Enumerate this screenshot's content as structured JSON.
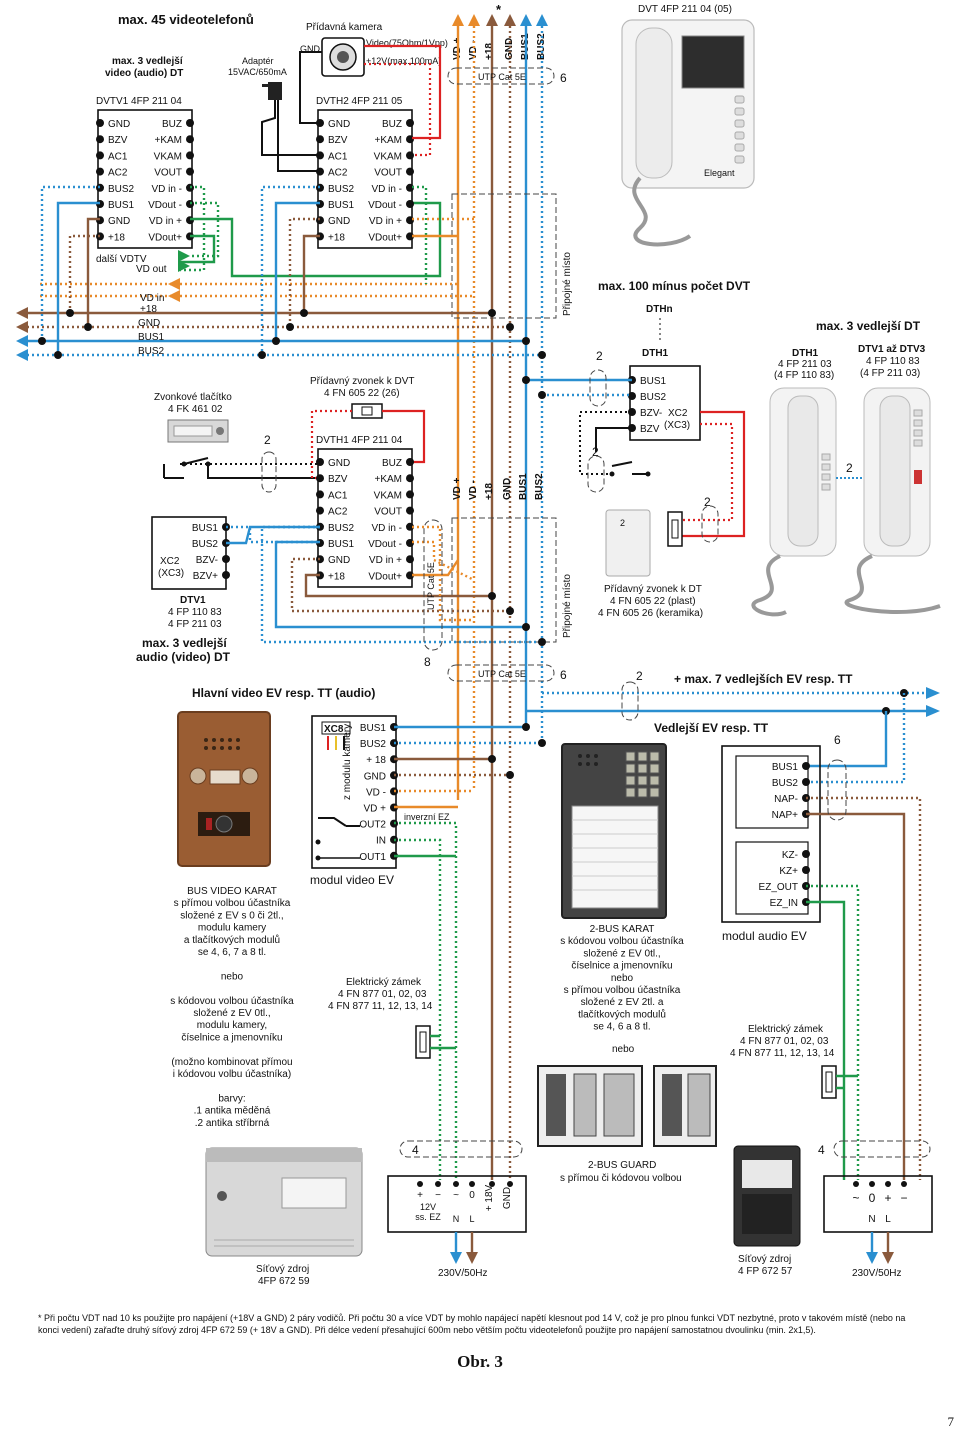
{
  "labels": {
    "max45": "max. 45 videotelefonů",
    "max3video_l1": "max. 3 vedlejší",
    "max3video_l2": "video (audio) DT",
    "adapter_l1": "Adaptér",
    "adapter_l2": "15VAC/650mA",
    "camera_title": "Přídavná kamera",
    "camera_video": "Video(75Ohm/1Vpp)",
    "camera_power": "+12V(max.100mA)",
    "gnd": "GND",
    "bus_top": [
      "VD +",
      "VD -",
      "+18",
      "GND",
      "BUS1",
      "BUS2"
    ],
    "star": "*",
    "utp_cat5": "UTP Cat 5E",
    "pripojne_misto": "Připojné místo",
    "count6": "6",
    "count2": "2",
    "count8": "8",
    "count4": "4",
    "dalsi_vdtv": "další VDTV",
    "vd_out": "VD out",
    "vd_in": "VD in",
    "plus18": "+18",
    "bus1": "BUS1",
    "bus2": "BUS2",
    "dvt_title": "DVT  4FP 211 04 (05)",
    "max100": "max. 100 mínus počet DVT",
    "dthn": "DTHn",
    "dth1": "DTH1",
    "dth1_terminals": [
      "BUS1",
      "BUS2",
      "BZV-",
      "BZV"
    ],
    "xc2": "XC2",
    "xc3": "(XC3)",
    "max3dt": "max. 3 vedlejší DT",
    "dth1_phone_l1": "DTH1",
    "dth1_phone_l2": "4 FP 211 03",
    "dth1_phone_l3": "(4 FP 110 83)",
    "dtv1_3_l1": "DTV1 až DTV3",
    "dtv1_3_l2": "4 FP 110 83",
    "dtv1_3_l3": "(4 FP 211 03)",
    "zvonkove_l1": "Zvonkové tlačítko",
    "zvonkove_l2": "4 FK 461 02",
    "pridavny_dvt_l1": "Přídavný zvonek k DVT",
    "pridavny_dvt_l2": "4 FN 605 22 (26)",
    "pridavny_dt_l1": "Přídavný zvonek k DT",
    "pridavny_dt_l2": "4 FN 605 22 (plast)",
    "pridavny_dt_l3": "4 FN 605 26 (keramika)",
    "dtv1_l1": "DTV1",
    "dtv1_l2": "4 FP 110 83",
    "dtv1_l3": "4 FP 211 03",
    "dtv1_terminals": [
      "BUS1",
      "BUS2",
      "BZV-",
      "BZV+"
    ],
    "max3audio_l1": "max. 3 vedlejší",
    "max3audio_l2": "audio (video) DT",
    "hlavni_ev": "Hlavní video EV resp. TT (audio)",
    "max7": "+ max. 7 vedlejších EV resp. TT",
    "vedlejsi_ev": "Vedlejší EV resp. TT",
    "xc8": "XC8",
    "z_modulu_kamery": "z modulu kamery",
    "modul_video_terminals": [
      "BUS1",
      "BUS2",
      "+ 18",
      "GND",
      "VD -",
      "VD +",
      "OUT2",
      "IN",
      "OUT1"
    ],
    "inverzni_ez": "inverzní EZ",
    "modul_video_ev": "modul video EV",
    "modul_audio_terminals_top": [
      "BUS1",
      "BUS2",
      "NAP-",
      "NAP+"
    ],
    "modul_audio_terminals_bottom": [
      "KZ-",
      "KZ+",
      "EZ_OUT",
      "EZ_IN"
    ],
    "modul_audio_ev": "modul audio EV",
    "karat_text": [
      "BUS VIDEO KARAT",
      "s přímou volbou účastníka",
      "složené z EV s 0 či 2tl.,",
      "modulu kamery",
      "a tlačítkových modulů",
      "se 4, 6, 7 a 8 tl.",
      "",
      "nebo",
      "",
      "s kódovou volbou účastníka",
      "složené z EV 0tl.,",
      "modulu kamery,",
      "číselnice a jmenovníku",
      "",
      "(možno kombinovat přímou",
      "i kódovou volbu účastníka)",
      "",
      "barvy:",
      ".1 antika měděná",
      ".2 antika stříbrná"
    ],
    "bus2karat_text": [
      "2-BUS KARAT",
      "s kódovou volbou účastníka",
      "složené z EV 0tl.,",
      "číselnice a jmenovníku",
      "nebo",
      "s přímou volbou účastníka",
      "složené z EV 2tl. a",
      "tlačítkových modulů",
      "se 4, 6 a 8 tl."
    ],
    "nebo": "nebo",
    "guard_l1": "2-BUS GUARD",
    "guard_l2": "s přímou či kódovou volbou",
    "zamek_l1": "Elektrický zámek",
    "zamek_l2": "4 FN 877 01, 02, 03",
    "zamek_l3": "4 FN 877 11, 12, 13, 14",
    "psu_left_terms": [
      "+",
      "−",
      "~",
      "0",
      "+ 18V",
      "GND"
    ],
    "psu_left_sub": [
      "12V",
      "ss. EZ",
      "N",
      "L"
    ],
    "psu_right_terms": [
      "~",
      "0",
      "+",
      "−"
    ],
    "psu_right_sub": [
      "N",
      "L"
    ],
    "zdroj_l_l1": "Síťový zdroj",
    "zdroj_l_l2": "4FP 672 59",
    "zdroj_r_l1": "Síťový zdroj",
    "zdroj_r_l2": "4 FP 672 57",
    "mains": "230V/50Hz",
    "dvtv1_title": "DVTV1  4FP 211 04",
    "dvth2_title": "DVTH2  4FP 211 05",
    "dvth1_title": "DVTH1  4FP 211 04",
    "dvt_left_terms": [
      "GND",
      "BZV",
      "AC1",
      "AC2",
      "BUS2",
      "BUS1",
      "GND",
      "+18"
    ],
    "dvt_right_terms": [
      "BUZ",
      "+KAM",
      "VKAM",
      "VOUT",
      "VD in -",
      "VDout -",
      "VD in +",
      "VDout+"
    ],
    "dvth_left_terms": [
      "GND",
      "BZV",
      "AC1",
      "AC2",
      "BUS2",
      "BUS1",
      "GND",
      "+18"
    ],
    "dvth_right_terms": [
      "BUZ",
      "+KAM",
      "VKAM",
      "VOUT",
      "VD in -",
      "VDout -",
      "VD in +",
      "VDout+"
    ],
    "mid_bus_labels": [
      "VD +",
      "VD -",
      "+18",
      "GND",
      "BUS1",
      "BUS2"
    ],
    "elegant": "Elegant"
  },
  "footnote": "* Při počtu VDT nad 10 ks použijte pro napájení (+18V a GND) 2 páry vodičů. Při počtu 30 a více VDT by mohlo napájecí napětí klesnout pod 14 V, což je pro plnou funkci VDT nezbytné, proto v takovém místě (nebo na konci vedení) zařaďte druhý síťový zdroj 4FP 672 59 (+ 18V a GND). Při délce vedení přesahující 600m nebo větším počtu videotelefonů použijte pro napájení samostatnou dvoulinku (min. 2x1,5).",
  "figure_caption": "Obr. 3",
  "page_number": "7",
  "colors": {
    "bus_blue": "#2a8fd0",
    "gnd_brown": "#8a5a3c",
    "vd_orange": "#e88a2a",
    "video_green": "#1f9a4a",
    "bell_red": "#dd2222"
  }
}
